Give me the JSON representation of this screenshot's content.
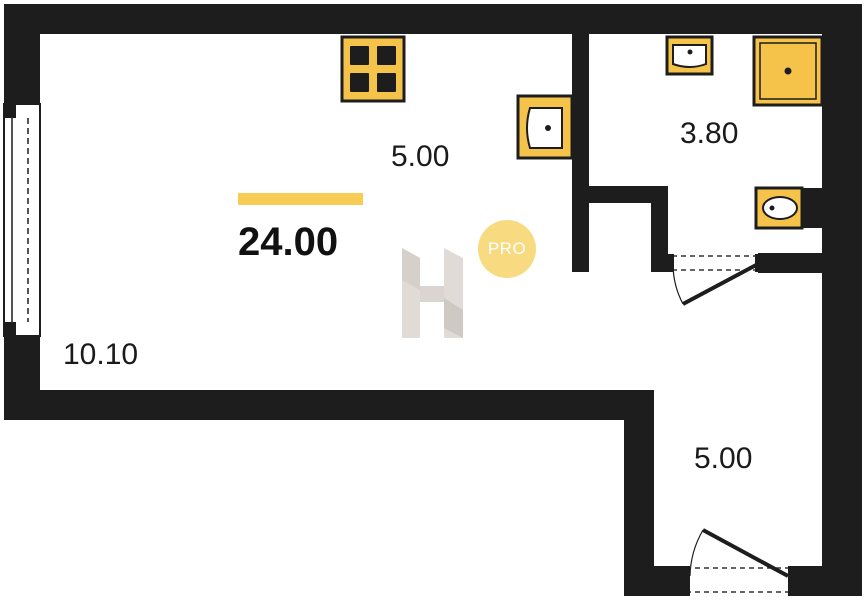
{
  "plan": {
    "total_area": "24.00",
    "rooms": [
      {
        "id": "kitchen",
        "area": "5.00"
      },
      {
        "id": "bathroom",
        "area": "3.80"
      },
      {
        "id": "living",
        "area": "10.10"
      },
      {
        "id": "hall",
        "area": "5.00"
      }
    ]
  },
  "watermark": {
    "badge_text": "PRO",
    "logo_letter": "H"
  },
  "colors": {
    "wall": "#1d1d1d",
    "fixture": "#f5c24a",
    "accent": "#f7cd56",
    "badge": "#f7d46a",
    "logo": "#c9c2bb",
    "door_line": "#333333"
  },
  "icons": [
    "stove-icon",
    "sink-icon",
    "bathtub-icon",
    "toilet-icon",
    "door-swing-icon",
    "window-icon"
  ]
}
